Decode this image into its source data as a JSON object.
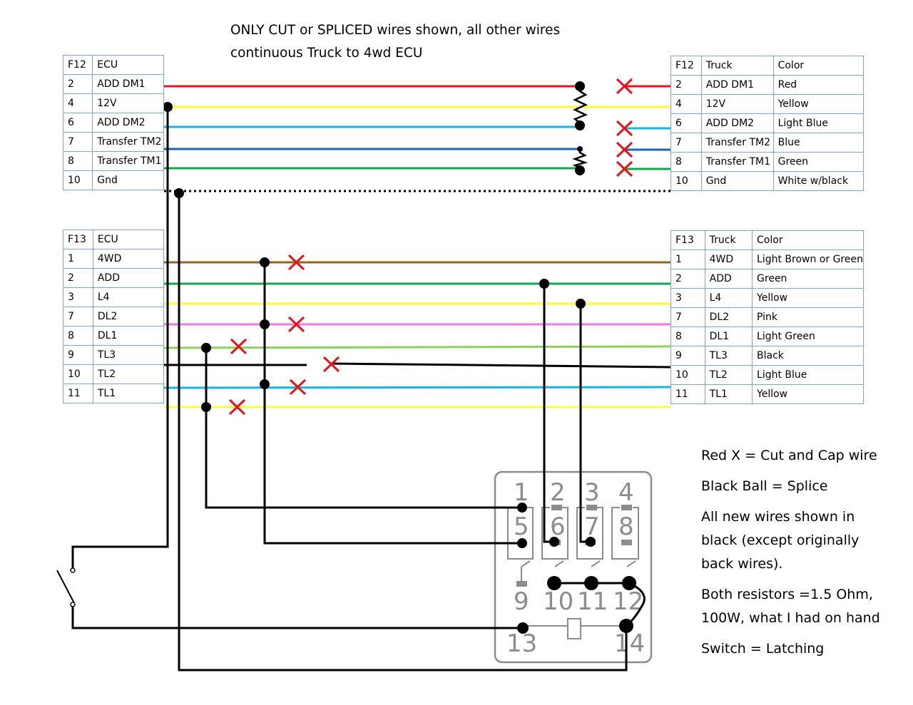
{
  "note": {
    "line1": "ONLY CUT or SPLICED wires shown, all other wires",
    "line2": "continuous Truck to 4wd ECU"
  },
  "f12_ecu": {
    "header": [
      "F12",
      "ECU"
    ],
    "rows": [
      [
        "2",
        "ADD DM1"
      ],
      [
        "4",
        "12V"
      ],
      [
        "6",
        "ADD DM2"
      ],
      [
        "7",
        "Transfer TM2"
      ],
      [
        "8",
        "Transfer TM1"
      ],
      [
        "10",
        "Gnd"
      ]
    ]
  },
  "f12_truck": {
    "header": [
      "F12",
      "Truck",
      "Color"
    ],
    "rows": [
      [
        "2",
        "ADD DM1",
        "Red"
      ],
      [
        "4",
        "12V",
        "Yellow"
      ],
      [
        "6",
        "ADD DM2",
        "Light Blue"
      ],
      [
        "7",
        "Transfer TM2",
        "Blue"
      ],
      [
        "8",
        "Transfer TM1",
        "Green"
      ],
      [
        "10",
        "Gnd",
        "White w/black"
      ]
    ]
  },
  "f13_ecu": {
    "header": [
      "F13",
      "ECU"
    ],
    "rows": [
      [
        "1",
        "4WD"
      ],
      [
        "2",
        "ADD"
      ],
      [
        "3",
        "L4"
      ],
      [
        "7",
        "DL2"
      ],
      [
        "8",
        "DL1"
      ],
      [
        "9",
        "TL3"
      ],
      [
        "10",
        "TL2"
      ],
      [
        "11",
        "TL1"
      ]
    ]
  },
  "f13_truck": {
    "header": [
      "F13",
      "Truck",
      "Color"
    ],
    "rows": [
      [
        "1",
        "4WD",
        "Light Brown or Green"
      ],
      [
        "2",
        "ADD",
        "Green"
      ],
      [
        "3",
        "L4",
        "Yellow"
      ],
      [
        "7",
        "DL2",
        "Pink"
      ],
      [
        "8",
        "DL1",
        "Light Green"
      ],
      [
        "9",
        "TL3",
        "Black"
      ],
      [
        "10",
        "TL2",
        "Light Blue"
      ],
      [
        "11",
        "TL1",
        "Yellow"
      ]
    ]
  },
  "relay_pins": {
    "p1": "1",
    "p2": "2",
    "p3": "3",
    "p4": "4",
    "p5": "5",
    "p6": "6",
    "p7": "7",
    "p8": "8",
    "p9": "9",
    "p10": "10",
    "p11": "11",
    "p12": "12",
    "p13": "13",
    "p14": "14"
  },
  "legend": {
    "red_x": "Red X = Cut and Cap wire",
    "black_ball": "Black Ball = Splice",
    "new_wires_1": "All new wires shown in",
    "new_wires_2": "black (except originally",
    "new_wires_3": "back wires).",
    "resistors_1": "Both resistors =1.5 Ohm,",
    "resistors_2": "100W, what I had on hand",
    "switch": "Switch = Latching"
  },
  "colors": {
    "red": "#e8141b",
    "yellow": "#ffff2e",
    "light_blue": "#14b4ea",
    "blue": "#1565b8",
    "green": "#10a84f",
    "brown": "#96641e",
    "pink": "#ee7ae8",
    "light_green": "#8cd25a",
    "cut_x": "#e8141b",
    "table_border": "#7aa6d4",
    "relay_gray": "#8c8c8c"
  }
}
